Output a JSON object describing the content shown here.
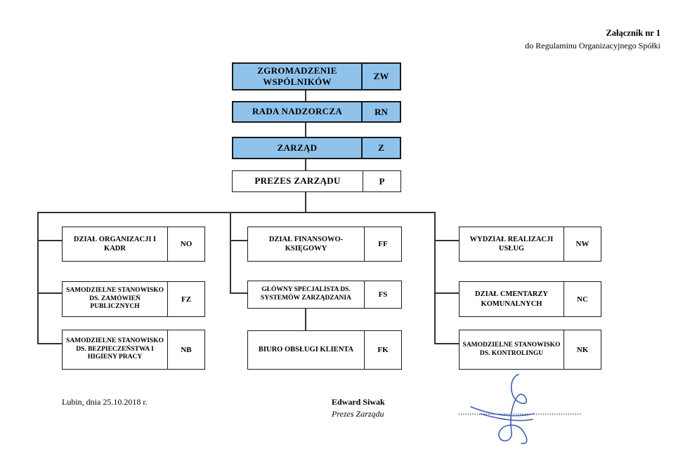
{
  "header": {
    "title": "Załącznik nr 1",
    "subtitle": "do Regulaminu Organizacyjnego Spółki"
  },
  "chart": {
    "top_boxes": [
      {
        "label": "ZGROMADZENIE WSPÓLNIKÓW",
        "code": "ZW"
      },
      {
        "label": "RADA NADZORCZA",
        "code": "RN"
      },
      {
        "label": "ZARZĄD",
        "code": "Z"
      },
      {
        "label": "PREZES ZARZĄDU",
        "code": "P"
      }
    ],
    "col_left": [
      {
        "label": "DZIAŁ ORGANIZACJI I KADR",
        "code": "NO"
      },
      {
        "label": "SAMODZIELNE STANOWISKO DS. ZAMÓWIEŃ PUBLICZNYCH",
        "code": "FZ"
      },
      {
        "label": "SAMODZIELNE STANOWISKO DS. BEZPIECZEŃSTWA I HIGIENY PRACY",
        "code": "NB"
      }
    ],
    "col_mid": [
      {
        "label": "DZIAŁ FINANSOWO-KSIĘGOWY",
        "code": "FF"
      },
      {
        "label": "GŁÓWNY SPECJALISTA DS. SYSTEMÓW ZARZĄDZANIA",
        "code": "FS"
      },
      {
        "label": "BIURO OBSŁUGI KLIENTA",
        "code": "FK"
      }
    ],
    "col_right": [
      {
        "label": "WYDZIAŁ REALIZACJI USŁUG",
        "code": "NW"
      },
      {
        "label": "DZIAŁ CMENTARZY KOMUNALNYCH",
        "code": "NC"
      },
      {
        "label": "SAMODZIELNE STANOWISKO DS. KONTROLINGU",
        "code": "NK"
      }
    ]
  },
  "footer": {
    "place_date": "Lubin, dnia 25.10.2018 r.",
    "signer_name": "Edward Siwak",
    "signer_role": "Prezes Zarządu",
    "signature_dots": "......................................................"
  },
  "colors": {
    "top_box_fill": "#8fc3ec",
    "border": "#1a1a1a",
    "signature_ink": "#3a5fb5"
  }
}
